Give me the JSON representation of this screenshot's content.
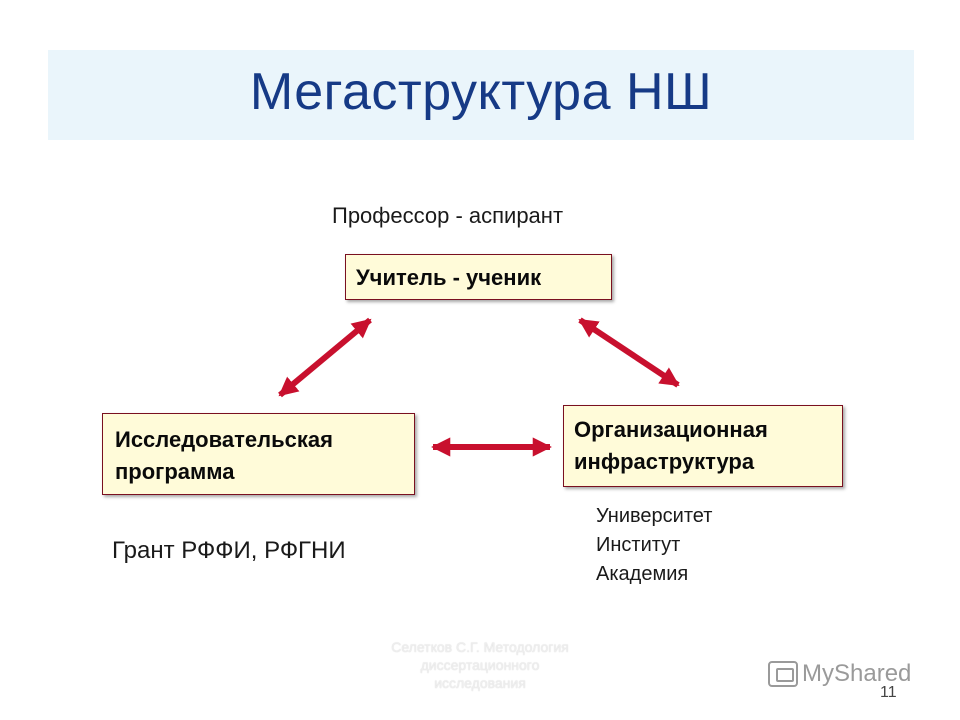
{
  "title": "Мегаструктура НШ",
  "captions": {
    "top": "Профессор - аспирант",
    "grant": "Грант РФФИ, РФГНИ",
    "orgs": [
      "Университет",
      "Институт",
      "Академия"
    ]
  },
  "nodes": {
    "teacher": "Учитель - ученик",
    "research": [
      "Исследовательская",
      "программа"
    ],
    "org": [
      "Организационная",
      "инфраструктура"
    ]
  },
  "footer": {
    "watermark": [
      "Селетков С.Г. Методология",
      "диссертационного",
      "исследования"
    ],
    "brand": "MyShared",
    "page_number": "11"
  },
  "colors": {
    "title": "#163a86",
    "title_band": "#eaf5fb",
    "node_fill": "#fffbd9",
    "node_border": "#7a1020",
    "arrow": "#c8102e"
  },
  "icons": {
    "brand": "myshared-logo-icon"
  }
}
